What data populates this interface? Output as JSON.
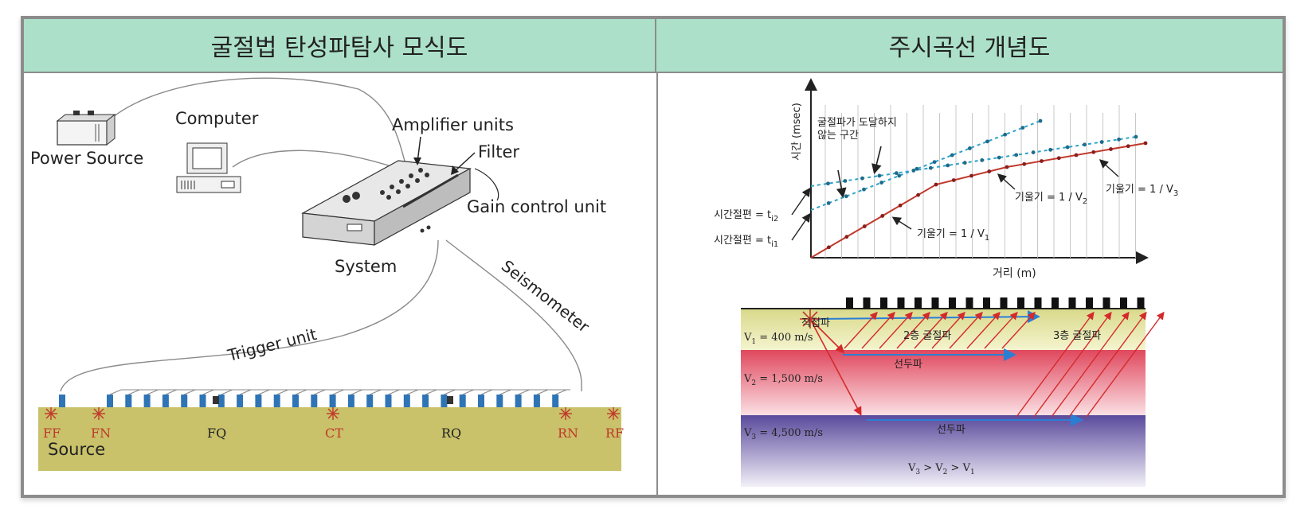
{
  "headers": {
    "left": "굴절법 탄성파탐사 모식도",
    "right": "주시곡선 개념도"
  },
  "left_diagram": {
    "labels": {
      "power_source": "Power Source",
      "computer": "Computer",
      "amplifier": "Amplifier units",
      "filter": "Filter",
      "gain": "Gain control unit",
      "system": "System",
      "trigger": "Trigger unit",
      "seismometer": "Seismometer",
      "source": "Source"
    },
    "shot_points": [
      "FF",
      "FN",
      "FQ",
      "CT",
      "RQ",
      "RN",
      "RF"
    ],
    "colors": {
      "ground": "#c9c26a",
      "geophone": "#2f74b5",
      "shot": "#c0392b"
    }
  },
  "right_chart": {
    "ylabel": "시간 (msec)",
    "xlabel": "거리 (m)",
    "annotation": [
      "굴절파가 도달하지",
      "않는 구간"
    ],
    "intercept_t2": {
      "text": "시간절편 = t",
      "sub": "i2"
    },
    "intercept_t1": {
      "text": "시간절편 = t",
      "sub": "i1"
    },
    "slope_v1": {
      "text": "기울기 = 1 / V",
      "sub": "1"
    },
    "slope_v2": {
      "text": "기울기 = 1 / V",
      "sub": "2"
    },
    "slope_v3": {
      "text": "기울기 = 1 / V",
      "sub": "3"
    }
  },
  "right_section": {
    "direct_wave": "직접파",
    "refraction_2": "2층 굴절파",
    "refraction_3": "3층 굴절파",
    "head_wave_1": "선두파",
    "head_wave_2": "선두파",
    "v1": {
      "text": "V",
      "sub": "1",
      "rest": " = 400 m/s"
    },
    "v2": {
      "text": "V",
      "sub": "2",
      "rest": " = 1,500 m/s"
    },
    "v3": {
      "text": "V",
      "sub": "3",
      "rest": " = 4,500 m/s"
    },
    "relation": {
      "a": "V",
      "as": "3",
      "op1": " > V",
      "bs": "2",
      "op2": " > V",
      "cs": "1"
    },
    "colors": {
      "layer1": "#e6e6a8",
      "layer2": "#e55a6e",
      "layer3": "#6f5aa8",
      "ray": "#d42a2a",
      "head": "#2a7fd4"
    }
  }
}
